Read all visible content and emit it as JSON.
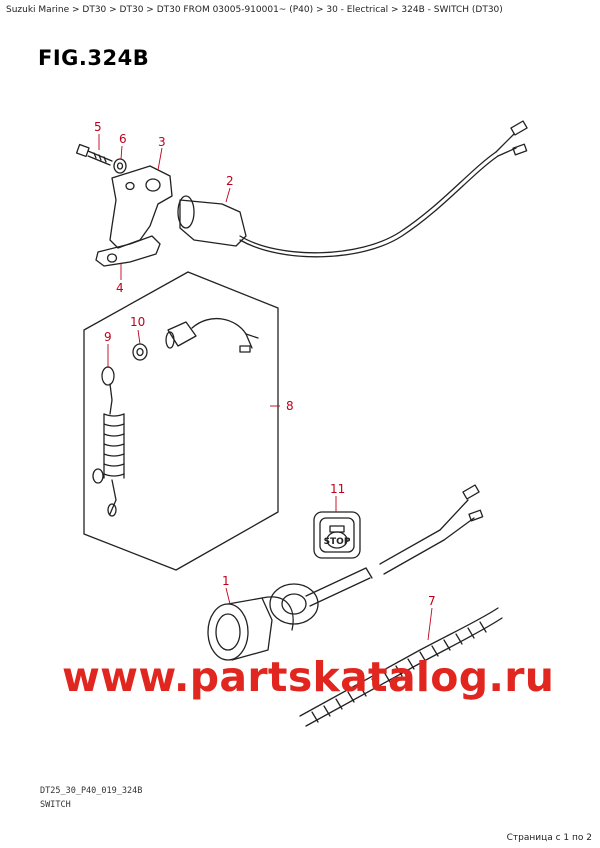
{
  "breadcrumb": "Suzuki Marine > DT30 > DT30 > DT30 FROM 03005-910001~ (P40) > 30 - Electrical > 324B - SWITCH (DT30)",
  "figure": {
    "title": "FIG.324B",
    "code": "DT25_30_P40_019_324B",
    "caption": "SWITCH",
    "stop_label": "STOP",
    "callouts": {
      "c1": "1",
      "c2": "2",
      "c3": "3",
      "c4": "4",
      "c5": "5",
      "c6": "6",
      "c7": "7",
      "c8": "8",
      "c9": "9",
      "c10": "10",
      "c11": "11"
    }
  },
  "watermark": "www.partskatalog.ru",
  "page_indicator": "Страница с 1 по 2",
  "colors": {
    "callout": "#c0001a",
    "watermark": "#e0261f",
    "line": "#222222"
  }
}
